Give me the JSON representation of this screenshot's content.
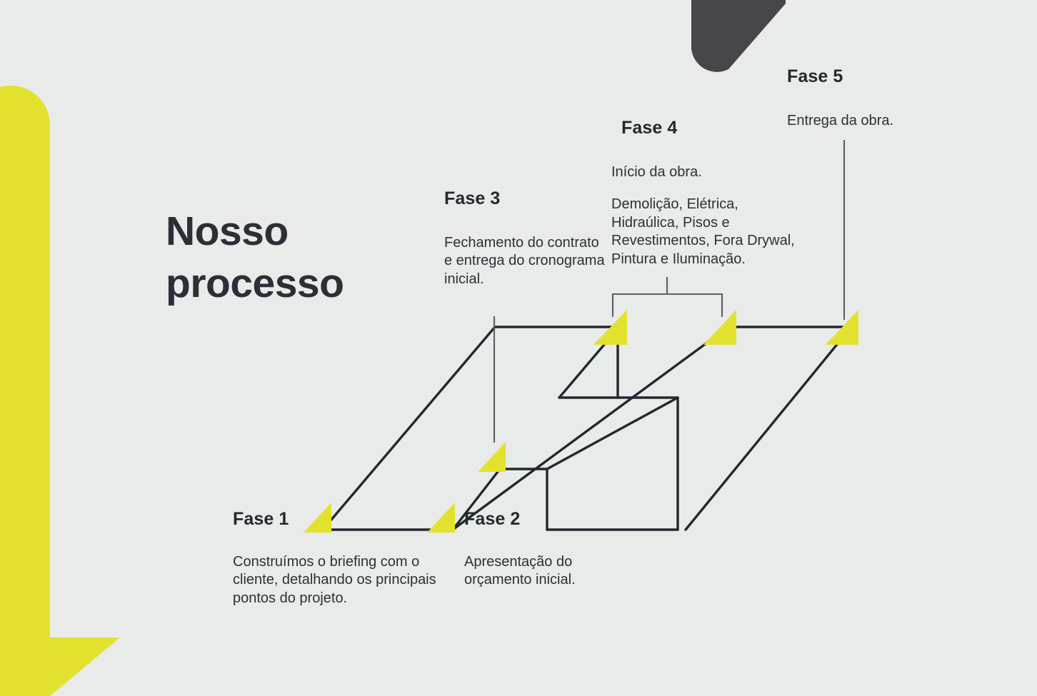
{
  "slide": {
    "background_color": "#e9eaea",
    "accent_yellow": "#e2e22e",
    "dark_color": "#46464b",
    "line_color": "#23272e",
    "text_color": "#2c3036"
  },
  "headline": {
    "line1": "Nosso",
    "line2": "processo"
  },
  "phases": [
    {
      "id": "phase-1",
      "title": "Fase 1",
      "paragraphs": [
        "Construímos o briefing com o cliente, detalhando os principais pontos do projeto."
      ]
    },
    {
      "id": "phase-2",
      "title": "Fase 2",
      "paragraphs": [
        "Apresentação do orçamento inicial."
      ]
    },
    {
      "id": "phase-3",
      "title": "Fase 3",
      "paragraphs": [
        "Fechamento do contrato e entrega do cronograma inicial."
      ]
    },
    {
      "id": "phase-4",
      "title": "Fase 4",
      "paragraphs": [
        "Início da obra.",
        "Demolição, Elétrica, Hidraúlica, Pisos e Revestimentos, Fora Drywal, Pintura e Iluminação."
      ]
    },
    {
      "id": "phase-5",
      "title": "Fase 5",
      "paragraphs": [
        "Entrega da obra."
      ]
    }
  ],
  "decorations": {
    "left_arrow_name": "yellow-corner-arrow",
    "top_wedge_name": "dark-wedge-shape",
    "marker_name": "yellow-triangle-marker",
    "marker_count": 6
  }
}
